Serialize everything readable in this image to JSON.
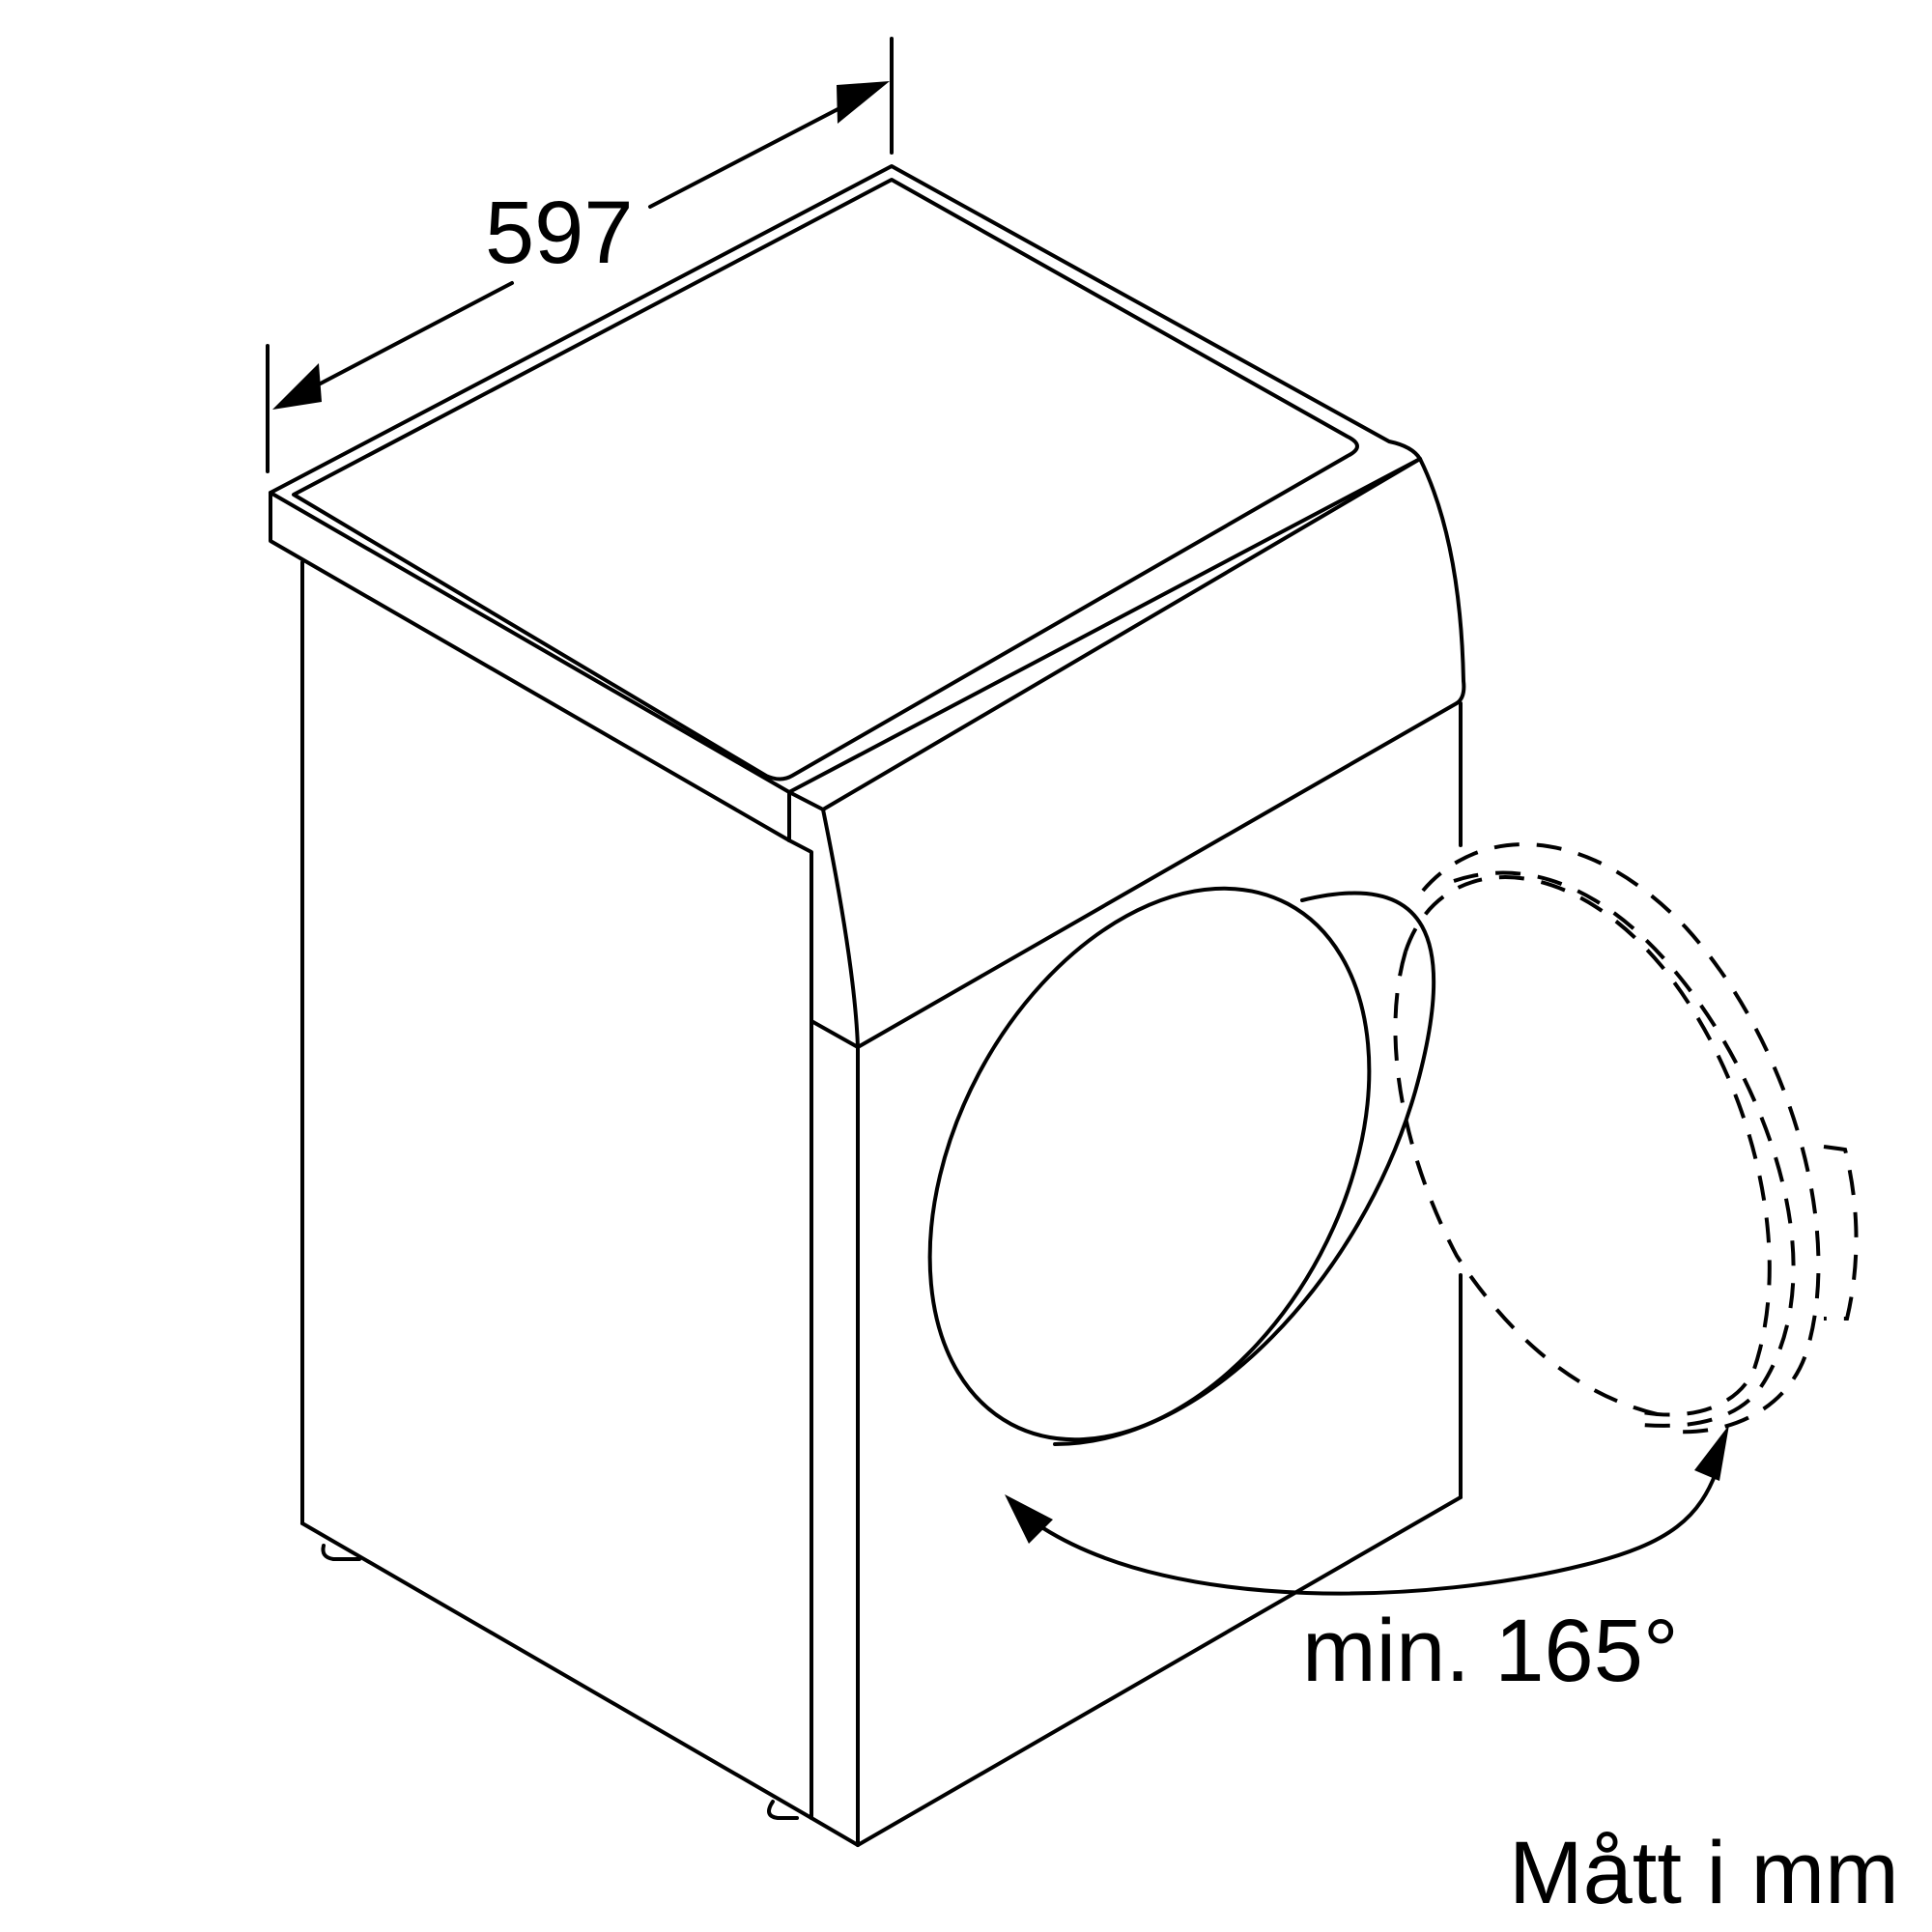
{
  "diagram": {
    "width_dimension": "597",
    "door_angle_label": "min. 165°",
    "unit_note": "Mått i mm"
  }
}
